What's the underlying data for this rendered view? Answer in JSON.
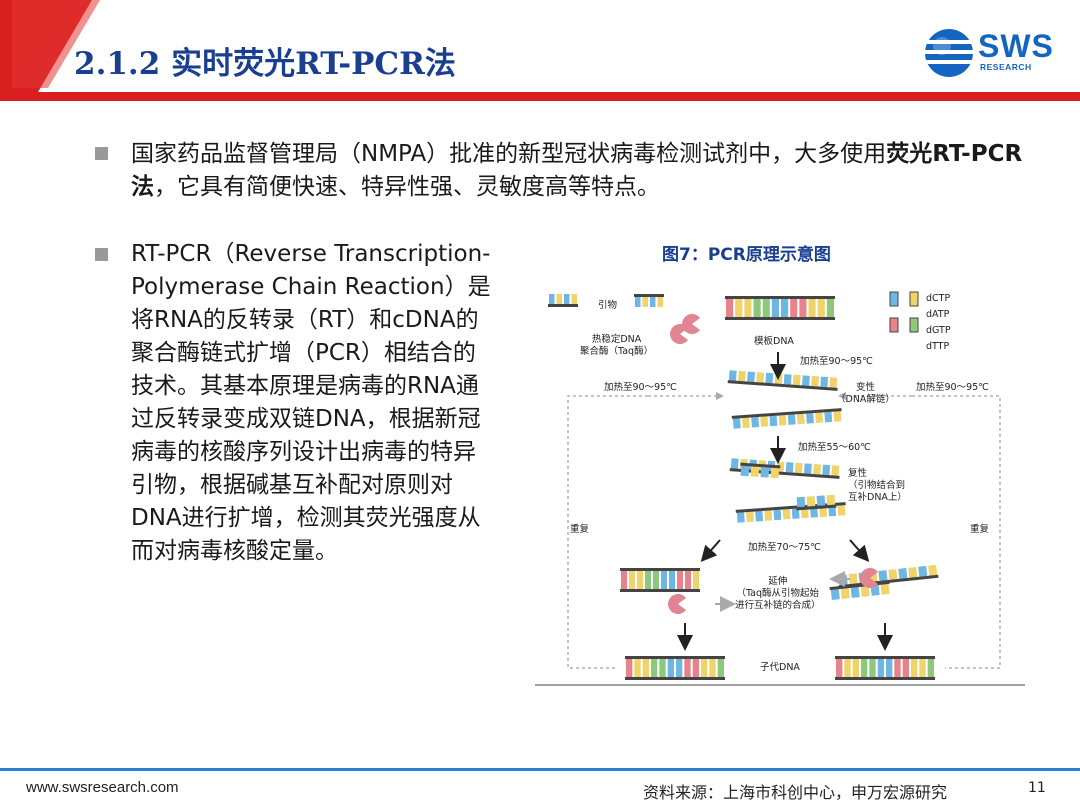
{
  "header": {
    "title": "2.1.2 实时荧光RT-PCR法",
    "logo_text": "SWS",
    "logo_sub": "RESEARCH"
  },
  "bullets": {
    "b1_text_a": "国家药品监督管理局（NMPA）批准的新型冠状病毒检测试剂中，大多使用",
    "b1_bold": "荧光RT-PCR法",
    "b1_text_b": "，它具有简便快速、特异性强、灵敏度高等特点。",
    "b2_text": "RT-PCR（Reverse Transcription-Polymerase Chain Reaction）是将RNA的反转录（RT）和cDNA的聚合酶链式扩增（PCR）相结合的技术。其基本原理是病毒的RNA通过反转录变成双链DNA，根据新冠病毒的核酸序列设计出病毒的特异引物，根据碱基互补配对原则对DNA进行扩增，检测其荧光强度从而对病毒核酸定量。"
  },
  "figure": {
    "title": "图7：PCR原理示意图",
    "labels": {
      "primer": "引物",
      "polymerase": "热稳定DNA\n聚合酶（Taq酶）",
      "template": "模板DNA",
      "dctp": "dCTP",
      "datp": "dATP",
      "dgtp": "dGTP",
      "dttp": "dTTP",
      "heat1": "加热至90～95℃",
      "heat_left": "加热至90～95℃",
      "heat_right": "加热至90～95℃",
      "denature": "变性\n（DNA解链）",
      "heat2": "加热至55～60℃",
      "anneal": "复性\n（引物结合到\n互补DNA上）",
      "repeat_left": "重复",
      "repeat_right": "重复",
      "heat3": "加热至70～75℃",
      "extend": "延伸\n（Taq酶从引物起始\n进行互补链的合成）",
      "daughter": "子代DNA"
    }
  },
  "footer": {
    "url": "www.swsresearch.com",
    "source": "资料来源：上海市科创中心，申万宏源研究",
    "page": "11"
  },
  "colors": {
    "brand_red": "#d81e1e",
    "brand_blue": "#1a3f8f",
    "footer_blue": "#2a7dd4",
    "base_red": "#e8838b",
    "base_blue": "#6fb7e3",
    "base_green": "#8cc97a",
    "base_yellow": "#f1d36b",
    "enzyme_pink": "#e08591"
  }
}
